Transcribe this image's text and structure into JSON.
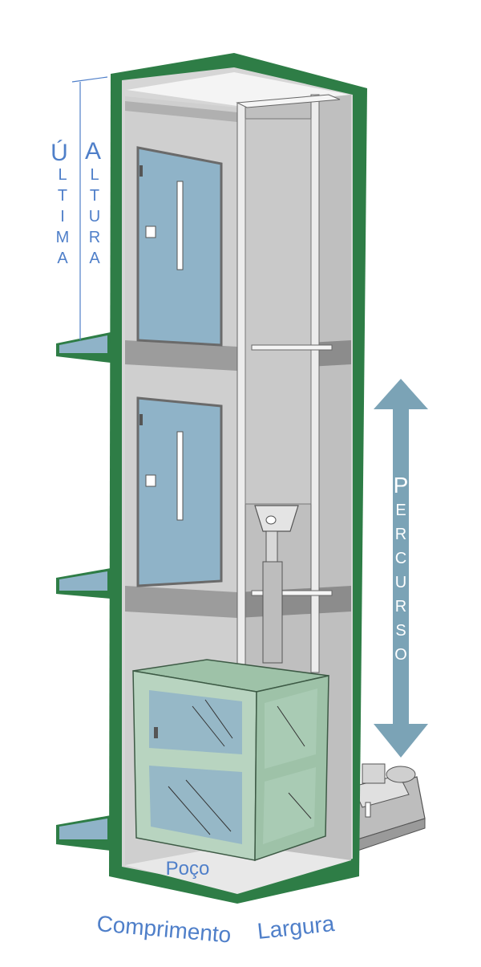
{
  "labels": {
    "ultima_letters": [
      "Ú",
      "L",
      "T",
      "I",
      "M",
      "A"
    ],
    "altura_letters": [
      "A",
      "L",
      "T",
      "U",
      "R",
      "A"
    ],
    "percurso_letters": [
      "P",
      "E",
      "R",
      "C",
      "U",
      "R",
      "S",
      "O"
    ],
    "poco": "Poço",
    "comprimento": "Comprimento",
    "largura": "Largura"
  },
  "colors": {
    "shaft_green": "#2e7d46",
    "label_blue": "#4f7fc9",
    "arrow_blue": "#7ba3b6",
    "door_blue": "#8fb3c8",
    "cabin_green": "#9ec2a8",
    "wall_gray": "#d4d4d4"
  },
  "icons": [
    "elevator-cabin-icon",
    "hydraulic-piston-icon",
    "motor-pump-icon",
    "landing-door-icon"
  ]
}
